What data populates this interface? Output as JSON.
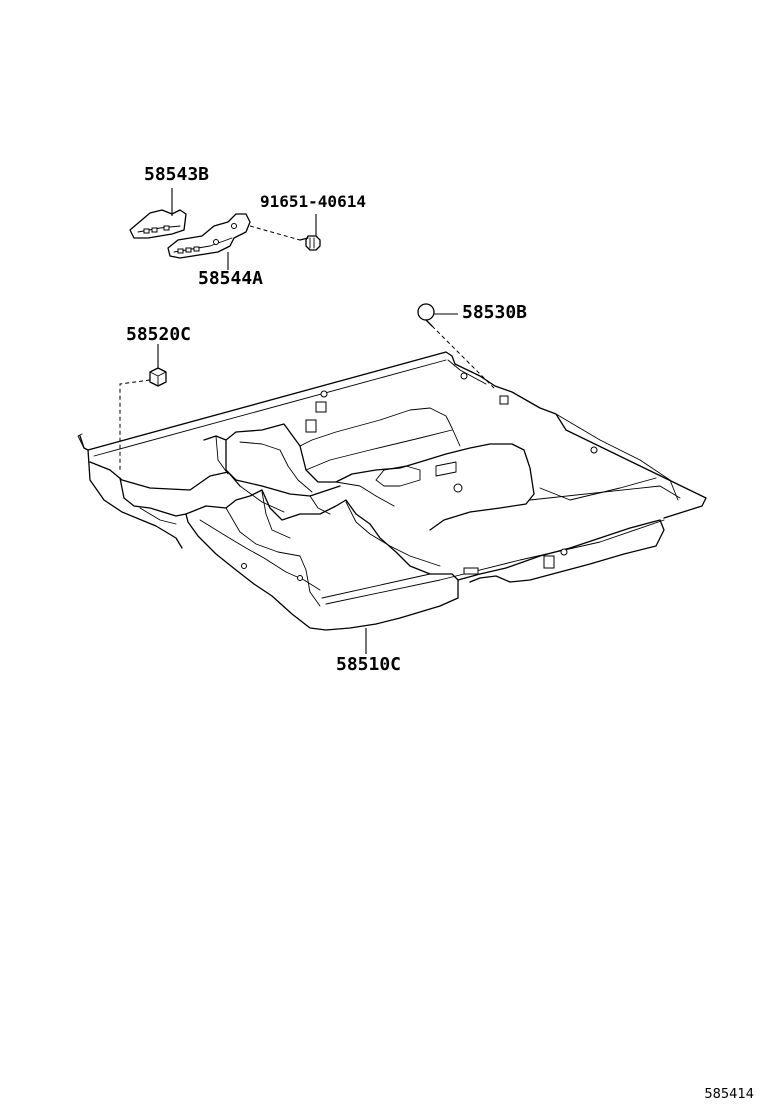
{
  "parts": {
    "p58543b": "58543B",
    "p91651": "91651-40614",
    "p58544a": "58544A",
    "p58530b": "58530B",
    "p58520c": "58520C",
    "p58510c": "58510C"
  },
  "diagram_id": "585414"
}
